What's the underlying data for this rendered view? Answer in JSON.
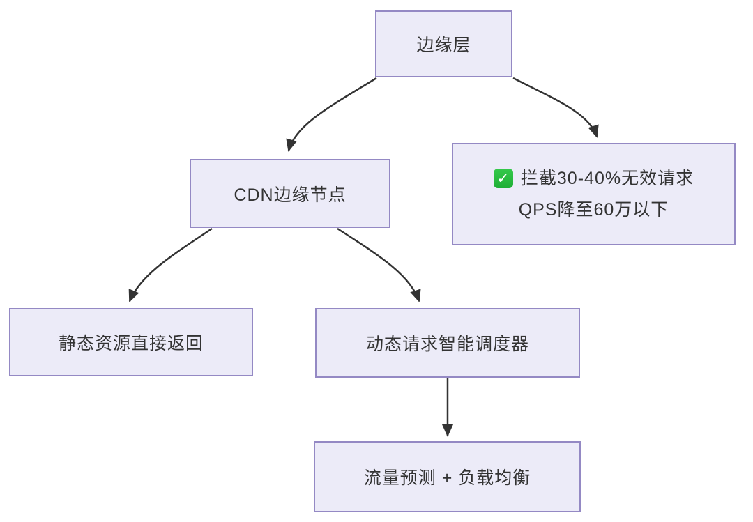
{
  "diagram": {
    "type": "flowchart",
    "colors": {
      "background": "#ffffff",
      "node_fill": "#ECEBF8",
      "node_border": "#9489C4",
      "node_text": "#333333",
      "arrow": "#333333",
      "check_green": "#23b33a"
    },
    "nodes": {
      "edge_layer": {
        "label": "边缘层"
      },
      "cdn": {
        "label": "CDN边缘节点"
      },
      "benefit": {
        "icon": "check-mark-icon",
        "icon_glyph": "✓",
        "line1": "拦截30-40%无效请求",
        "line2": "QPS降至60万以下"
      },
      "static": {
        "label": "静态资源直接返回"
      },
      "dynamic": {
        "label": "动态请求智能调度器"
      },
      "load_balance": {
        "label": "流量预测 + 负载均衡"
      }
    },
    "edges": [
      {
        "from": "edge_layer",
        "to": "cdn"
      },
      {
        "from": "edge_layer",
        "to": "benefit"
      },
      {
        "from": "cdn",
        "to": "static"
      },
      {
        "from": "cdn",
        "to": "dynamic"
      },
      {
        "from": "dynamic",
        "to": "load_balance"
      }
    ]
  }
}
